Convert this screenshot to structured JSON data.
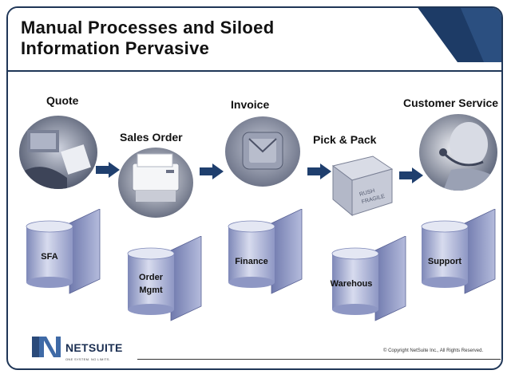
{
  "slide": {
    "title_line1": "Manual Processes and Siloed",
    "title_line2": "Information Pervasive"
  },
  "steps": [
    {
      "label": "Quote"
    },
    {
      "label": "Sales Order"
    },
    {
      "label": "Invoice"
    },
    {
      "label": "Pick & Pack"
    },
    {
      "label": "Customer Service"
    }
  ],
  "databases": [
    {
      "label_line1": "SFA",
      "label_line2": ""
    },
    {
      "label_line1": "Order",
      "label_line2": "Mgmt"
    },
    {
      "label_line1": "Finance",
      "label_line2": ""
    },
    {
      "label_line1": "Warehous",
      "label_line2": ""
    },
    {
      "label_line1": "Support",
      "label_line2": ""
    }
  ],
  "footer": {
    "brand": "NETSUITE",
    "tagline": "ONE SYSTEM. NO LIMITS.",
    "copyright": "© Copyright NetSuite Inc., All Rights Reserved."
  },
  "colors": {
    "accent": "#1d3b66",
    "arrow": "#1f3f6e",
    "db_face": "#8e97c4",
    "db_light": "#d7dbee"
  }
}
